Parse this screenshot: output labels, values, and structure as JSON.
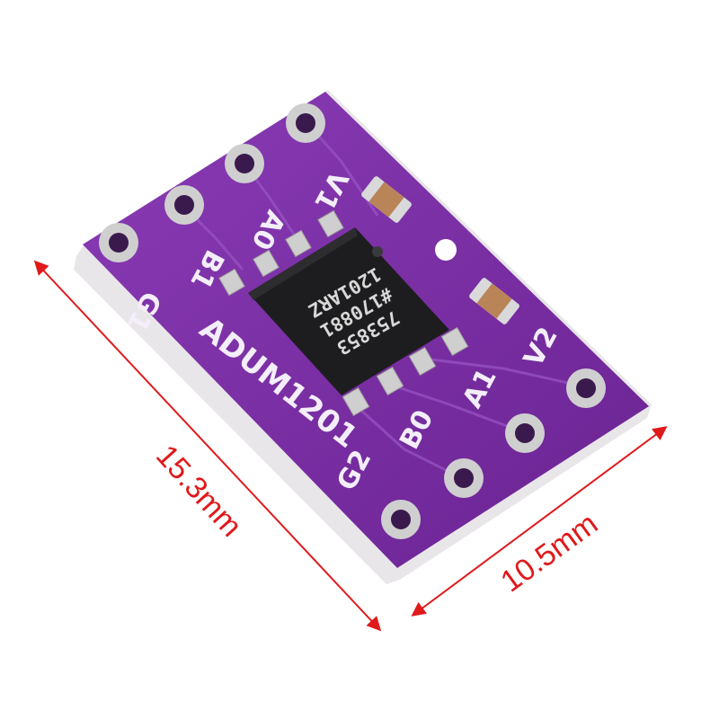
{
  "board": {
    "name": "ADUM1201",
    "pins_left": [
      "G1",
      "B1",
      "A0",
      "V1"
    ],
    "pins_right": [
      "G2",
      "B0",
      "A1",
      "V2"
    ]
  },
  "chip": {
    "marking": [
      "753853",
      "#170881",
      "1201ARZ"
    ]
  },
  "dimensions": {
    "length": "15.3mm",
    "width": "10.5mm"
  },
  "colors": {
    "pcb": "#7b2fa6",
    "dimension": "#e0191b"
  }
}
